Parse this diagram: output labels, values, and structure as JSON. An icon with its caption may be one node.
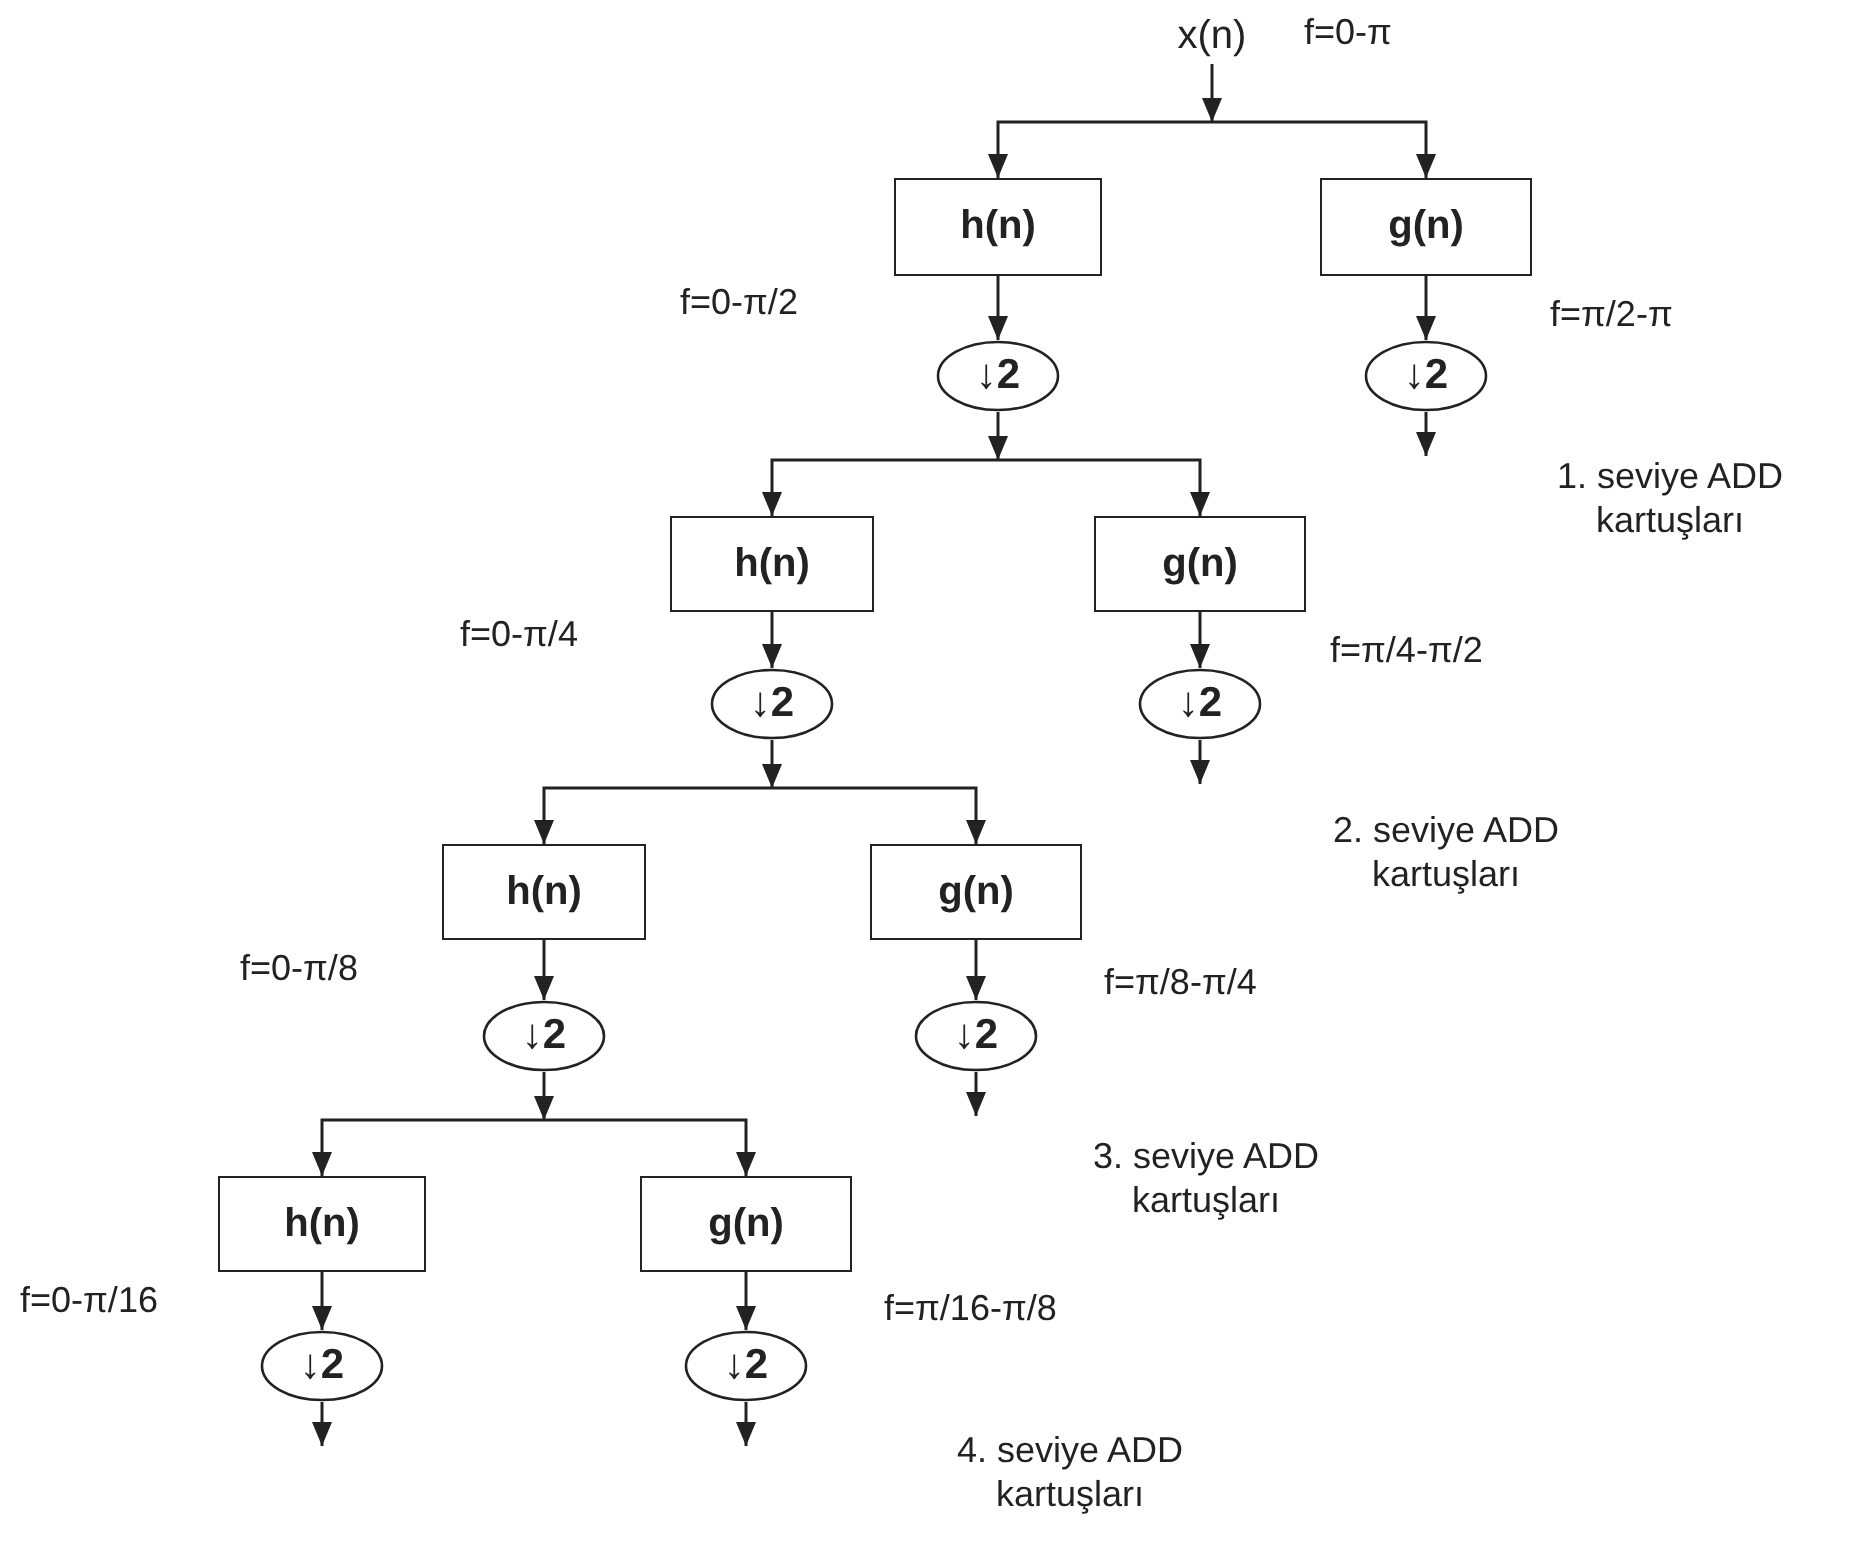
{
  "diagram": {
    "nodes": [
      {
        "text": [
          "x(n)"
        ]
      },
      {
        "text": [
          "h(n)"
        ]
      },
      {
        "text": [
          "g(n)"
        ]
      },
      {
        "text": [
          "↓2"
        ]
      },
      {
        "text": [
          "↓2"
        ]
      },
      {
        "text": [
          "h(n)"
        ]
      },
      {
        "text": [
          "g(n)"
        ]
      },
      {
        "text": [
          "↓2"
        ]
      },
      {
        "text": [
          "↓2"
        ]
      },
      {
        "text": [
          "h(n)"
        ]
      },
      {
        "text": [
          "g(n)"
        ]
      },
      {
        "text": [
          "↓2"
        ]
      },
      {
        "text": [
          "↓2"
        ]
      },
      {
        "text": [
          "h(n)"
        ]
      },
      {
        "text": [
          "g(n)"
        ]
      },
      {
        "text": [
          "↓2"
        ]
      },
      {
        "text": [
          "↓2"
        ]
      }
    ],
    "edges": [
      {
        "from": 0,
        "to": 1,
        "arrow": "to"
      },
      {
        "from": 0,
        "to": 2,
        "arrow": "to"
      },
      {
        "from": 1,
        "to": 3,
        "arrow": "to"
      },
      {
        "from": 2,
        "to": 4,
        "arrow": "to"
      },
      {
        "from": 4,
        "to": null,
        "arrow": "to"
      },
      {
        "from": 3,
        "to": 5,
        "arrow": "to"
      },
      {
        "from": 3,
        "to": 6,
        "arrow": "to"
      },
      {
        "from": 5,
        "to": 7,
        "arrow": "to"
      },
      {
        "from": 6,
        "to": 8,
        "arrow": "to"
      },
      {
        "from": 8,
        "to": null,
        "arrow": "to"
      },
      {
        "from": 7,
        "to": 9,
        "arrow": "to"
      },
      {
        "from": 7,
        "to": 10,
        "arrow": "to"
      },
      {
        "from": 9,
        "to": 11,
        "arrow": "to"
      },
      {
        "from": 10,
        "to": 12,
        "arrow": "to"
      },
      {
        "from": 12,
        "to": null,
        "arrow": "to"
      },
      {
        "from": 11,
        "to": 13,
        "arrow": "to"
      },
      {
        "from": 11,
        "to": 14,
        "arrow": "to"
      },
      {
        "from": 13,
        "to": 15,
        "arrow": "to"
      },
      {
        "from": 14,
        "to": 16,
        "arrow": "to"
      },
      {
        "from": 15,
        "to": null,
        "arrow": "to"
      },
      {
        "from": 16,
        "to": null,
        "arrow": "to"
      }
    ],
    "labels": [
      "f=0-π",
      "f=0-π/2",
      "f=π/2-π",
      "1. seviye ADD kartuşları",
      "f=0-π/4",
      "f=π/4-π/2",
      "2. seviye ADD kartuşları",
      "f=0-π/8",
      "f=π/8-π/4",
      "3. seviye ADD kartuşları",
      "f=0-π/16",
      "f=π/16-π/8",
      "4. seviye ADD kartuşları"
    ]
  }
}
